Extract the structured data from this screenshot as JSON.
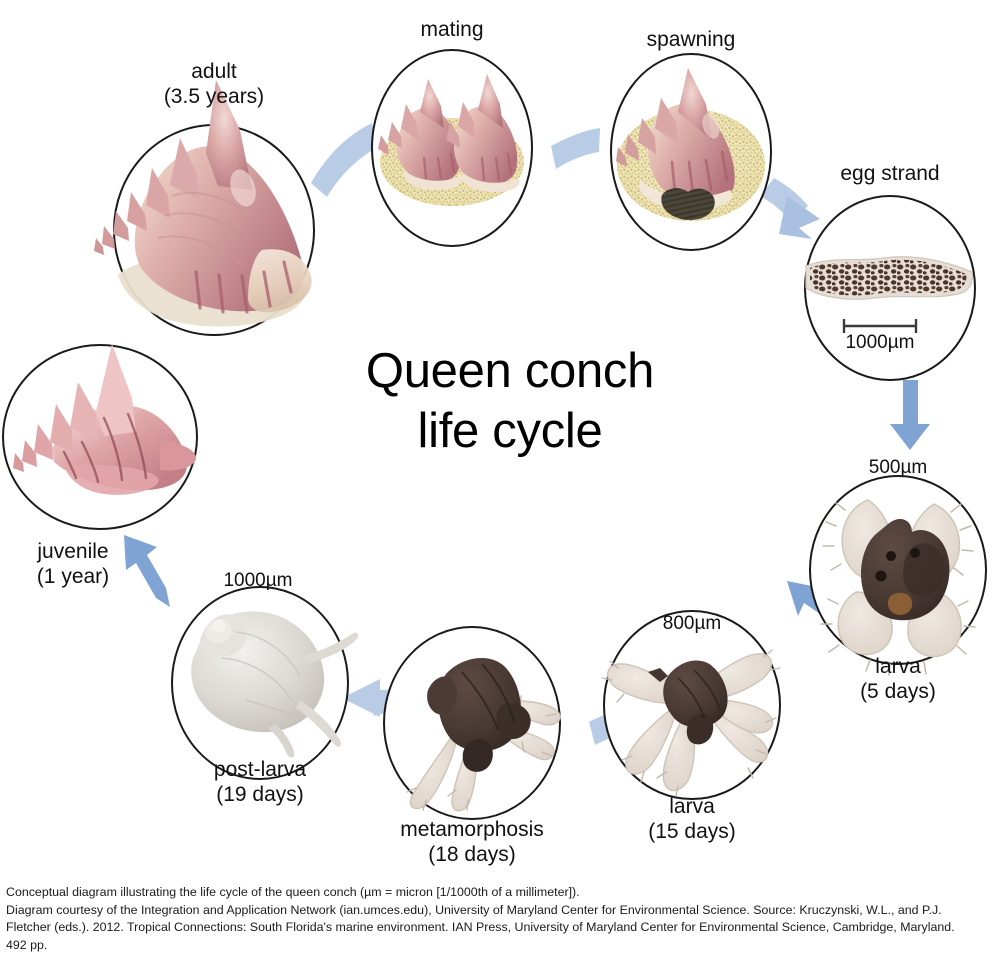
{
  "title": {
    "line1": "Queen conch",
    "line2": "life cycle"
  },
  "colors": {
    "arrow_band": "#b9cce6",
    "arrow_head": "#7fa3d2",
    "circle_stroke": "#1a1a1a",
    "shell_pink": "#cf8f95",
    "shell_pale": "#ecd9c8",
    "sand": "#f0e8b8",
    "sand_grain": "#c9b27a",
    "larva_dark": "#4a3a36",
    "larva_velum": "#e6ddd5",
    "postlarva_gray": "#dcdad6",
    "egg_dark": "#4a2f23",
    "egg_strand_sheath": "#e3dcd4",
    "text": "#111111",
    "background": "#ffffff"
  },
  "stages": [
    {
      "id": "adult",
      "label_line1": "adult",
      "label_line2": "(3.5 years)",
      "scale": null
    },
    {
      "id": "mating",
      "label_line1": "mating",
      "label_line2": "",
      "scale": null
    },
    {
      "id": "spawning",
      "label_line1": "spawning",
      "label_line2": "",
      "scale": null
    },
    {
      "id": "egg-strand",
      "label_line1": "egg strand",
      "label_line2": "",
      "scale": "1000µm"
    },
    {
      "id": "larva-5-days",
      "label_line1": "larva",
      "label_line2": "(5 days)",
      "scale": "500µm"
    },
    {
      "id": "larva-15-days",
      "label_line1": "larva",
      "label_line2": "(15 days)",
      "scale": "800µm"
    },
    {
      "id": "metamorphosis",
      "label_line1": "metamorphosis",
      "label_line2": "(18 days)",
      "scale": null
    },
    {
      "id": "post-larva",
      "label_line1": "post-larva",
      "label_line2": "(19 days)",
      "scale": "1000µm"
    },
    {
      "id": "juvenile",
      "label_line1": "juvenile",
      "label_line2": "(1 year)",
      "scale": null
    }
  ],
  "caption": {
    "line1": "Conceptual diagram illustrating the life cycle of the queen conch (µm = micron [1/1000th of a millimeter]).",
    "line2": "Diagram courtesy of the Integration and Application Network (ian.umces.edu), University of Maryland Center for Environmental Science.  Source: Kruczynski, W.L., and P.J.",
    "line3": "Fletcher (eds.). 2012. Tropical Connections: South Florida's marine environment. IAN Press, University of Maryland Center for Environmental Science, Cambridge, Maryland.",
    "line4": "492 pp."
  }
}
